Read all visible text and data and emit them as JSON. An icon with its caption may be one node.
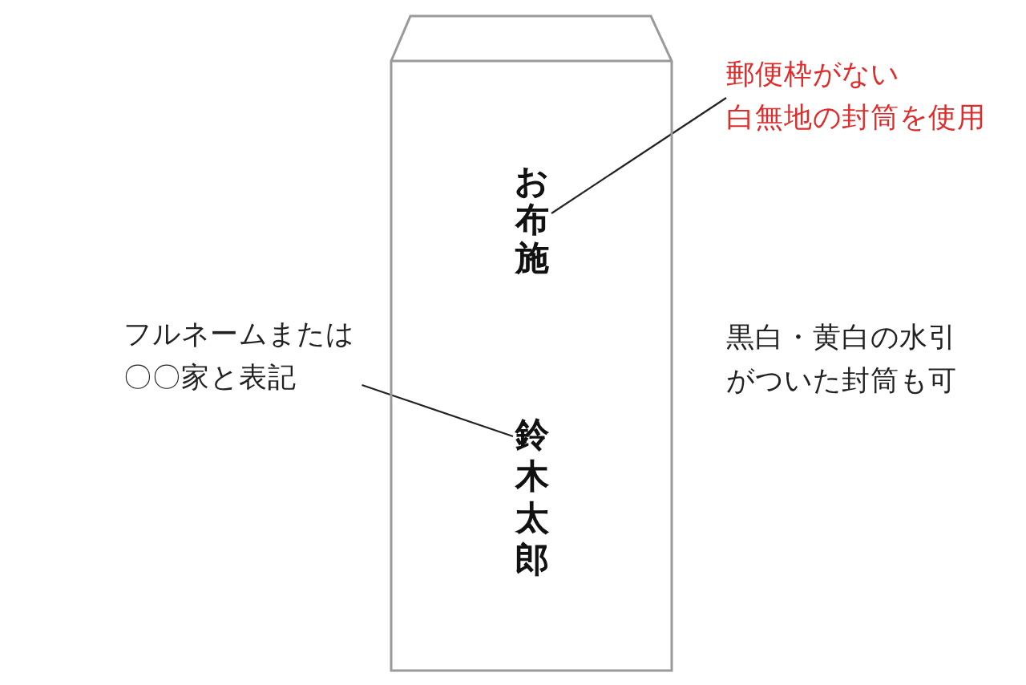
{
  "diagram": {
    "nodes": [
      {
        "text": [],
        "shape": "envelope"
      },
      {
        "text": [
          "郵便枠がない白無地の封筒を使用"
        ]
      },
      {
        "text": [
          "お布施"
        ],
        "in": 0
      },
      {
        "text": [
          "フルネームまたは〇〇家と表記"
        ]
      },
      {
        "text": [
          "鈴木太郎"
        ],
        "in": 0
      }
    ],
    "edges": [
      {
        "from": 1,
        "to": 2,
        "arrow": "none"
      },
      {
        "from": 3,
        "to": 4,
        "arrow": "none"
      }
    ],
    "labels": [
      "黒白・黄白の水引がついた封筒も可"
    ]
  }
}
